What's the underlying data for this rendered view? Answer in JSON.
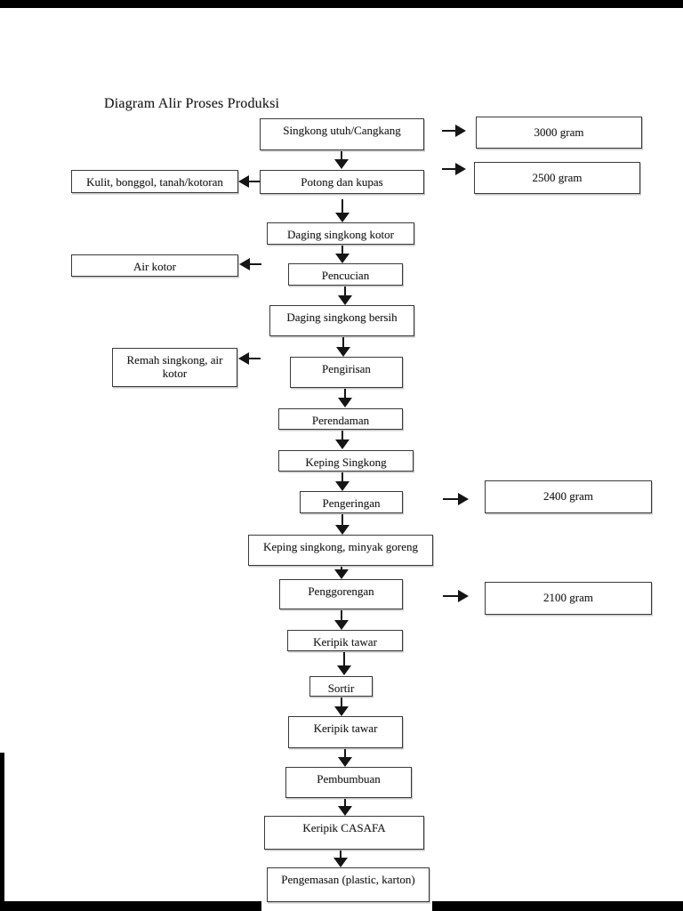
{
  "page": {
    "title": "Diagram Alir Proses Produksi",
    "background_color": "#ffffff",
    "ink_color": "#1f1f1f",
    "box_border_color": "#3a3a3a",
    "arrow_color": "#151515"
  },
  "flowchart": {
    "main_flow": [
      {
        "label": "Singkong utuh/Cangkang"
      },
      {
        "label": "Potong dan kupas"
      },
      {
        "label": "Daging singkong kotor"
      },
      {
        "label": "Pencucian"
      },
      {
        "label": "Daging singkong bersih"
      },
      {
        "label": "Pengirisan"
      },
      {
        "label": "Perendaman"
      },
      {
        "label": "Keping Singkong"
      },
      {
        "label": "Pengeringan"
      },
      {
        "label": "Keping singkong, minyak goreng"
      },
      {
        "label": "Penggorengan"
      },
      {
        "label": "Keripik tawar"
      },
      {
        "label": "Sortir"
      },
      {
        "label": "Keripik tawar"
      },
      {
        "label": "Pembumbuan"
      },
      {
        "label": "Keripik CASAFA"
      },
      {
        "label": "Pengemasan (plastic, karton)"
      }
    ],
    "byproducts": [
      {
        "label": "Kulit, bonggol, tanah/kotoran",
        "from_step": "Potong dan kupas"
      },
      {
        "label": "Air kotor",
        "from_step": "Pencucian"
      },
      {
        "label": "Remah singkong, air kotor",
        "from_step": "Pengirisan"
      }
    ],
    "weights": [
      {
        "label": "3000 gram",
        "beside_step": "Singkong utuh/Cangkang"
      },
      {
        "label": "2500 gram",
        "beside_step": "Potong dan kupas"
      },
      {
        "label": "2400 gram",
        "beside_step": "Pengeringan"
      },
      {
        "label": "2100 gram",
        "beside_step": "Penggorengan"
      }
    ]
  }
}
